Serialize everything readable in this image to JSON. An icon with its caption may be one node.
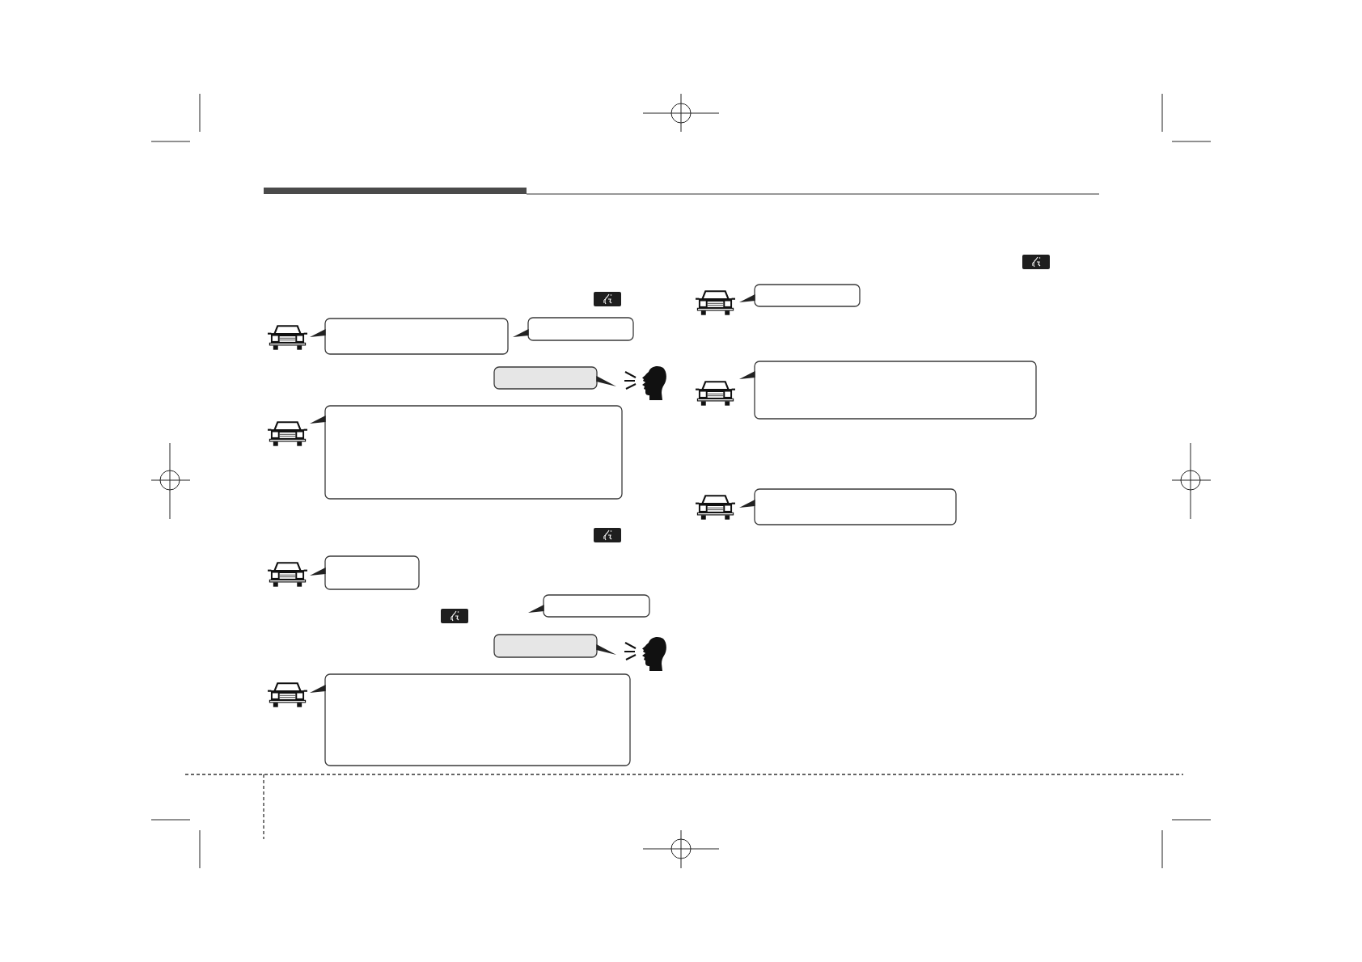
{
  "diagram": {
    "nodes": [
      {
        "text": [],
        "shape": "bubble"
      },
      {
        "text": [],
        "shape": "bubble"
      },
      {
        "text": [],
        "shape": "bubble"
      },
      {
        "text": [],
        "shape": "bubble"
      },
      {
        "text": [],
        "shape": "bubble"
      },
      {
        "text": [],
        "shape": "bubble"
      },
      {
        "text": [],
        "shape": "bubble"
      },
      {
        "text": [],
        "shape": "bubble"
      },
      {
        "text": [],
        "shape": "bubble"
      },
      {
        "text": [],
        "shape": "bubble"
      },
      {
        "text": [],
        "shape": "bubble"
      }
    ]
  }
}
